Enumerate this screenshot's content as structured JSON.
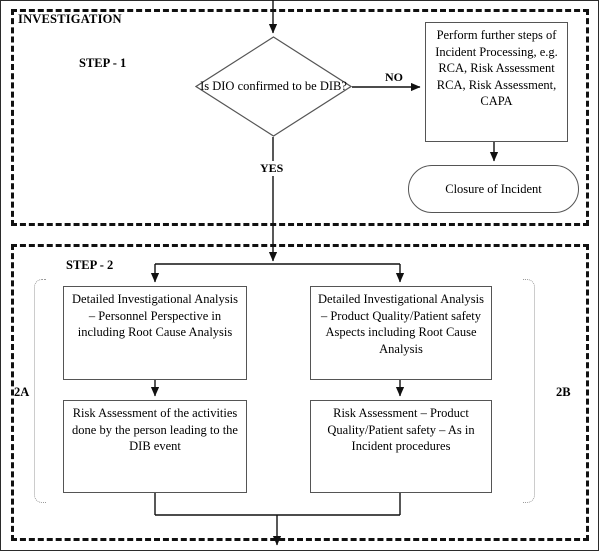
{
  "diagram": {
    "title": "Investigation process flowchart",
    "type": "flowchart",
    "panels": [
      {
        "id": "step1",
        "caption": "INVESTIGATION",
        "step_label": "STEP - 1"
      },
      {
        "id": "step2",
        "caption": "",
        "step_label": "STEP - 2"
      }
    ],
    "nodes": {
      "decision": {
        "shape": "diamond",
        "text": "Is DIO confirmed to be DIB?"
      },
      "further_steps": {
        "shape": "rectangle",
        "text": "Perform further steps of Incident Processing, e.g. RCA, Risk Assessment RCA, Risk Assessment, CAPA"
      },
      "closure": {
        "shape": "terminator",
        "text": "Closure of Incident"
      },
      "box_2a_1": {
        "shape": "rectangle",
        "text": "Detailed Investigational Analysis – Personnel Perspective in including Root Cause Analysis"
      },
      "box_2a_2": {
        "shape": "rectangle",
        "text": "Risk Assessment of the activities done by the person leading to the DIB event"
      },
      "box_2b_1": {
        "shape": "rectangle",
        "text": "Detailed Investigational Analysis – Product Quality/Patient safety Aspects including Root Cause Analysis"
      },
      "box_2b_2": {
        "shape": "rectangle",
        "text": "Risk Assessment – Product Quality/Patient safety – As in Incident procedures"
      }
    },
    "edge_labels": {
      "no": "NO",
      "yes": "YES"
    },
    "group_labels": {
      "branch_a": "2A",
      "branch_b": "2B"
    },
    "colors": {
      "stroke": "#111111",
      "box_border": "#555555",
      "bracket": "#9a9a9a",
      "text": "#000000",
      "background": "#ffffff"
    }
  }
}
